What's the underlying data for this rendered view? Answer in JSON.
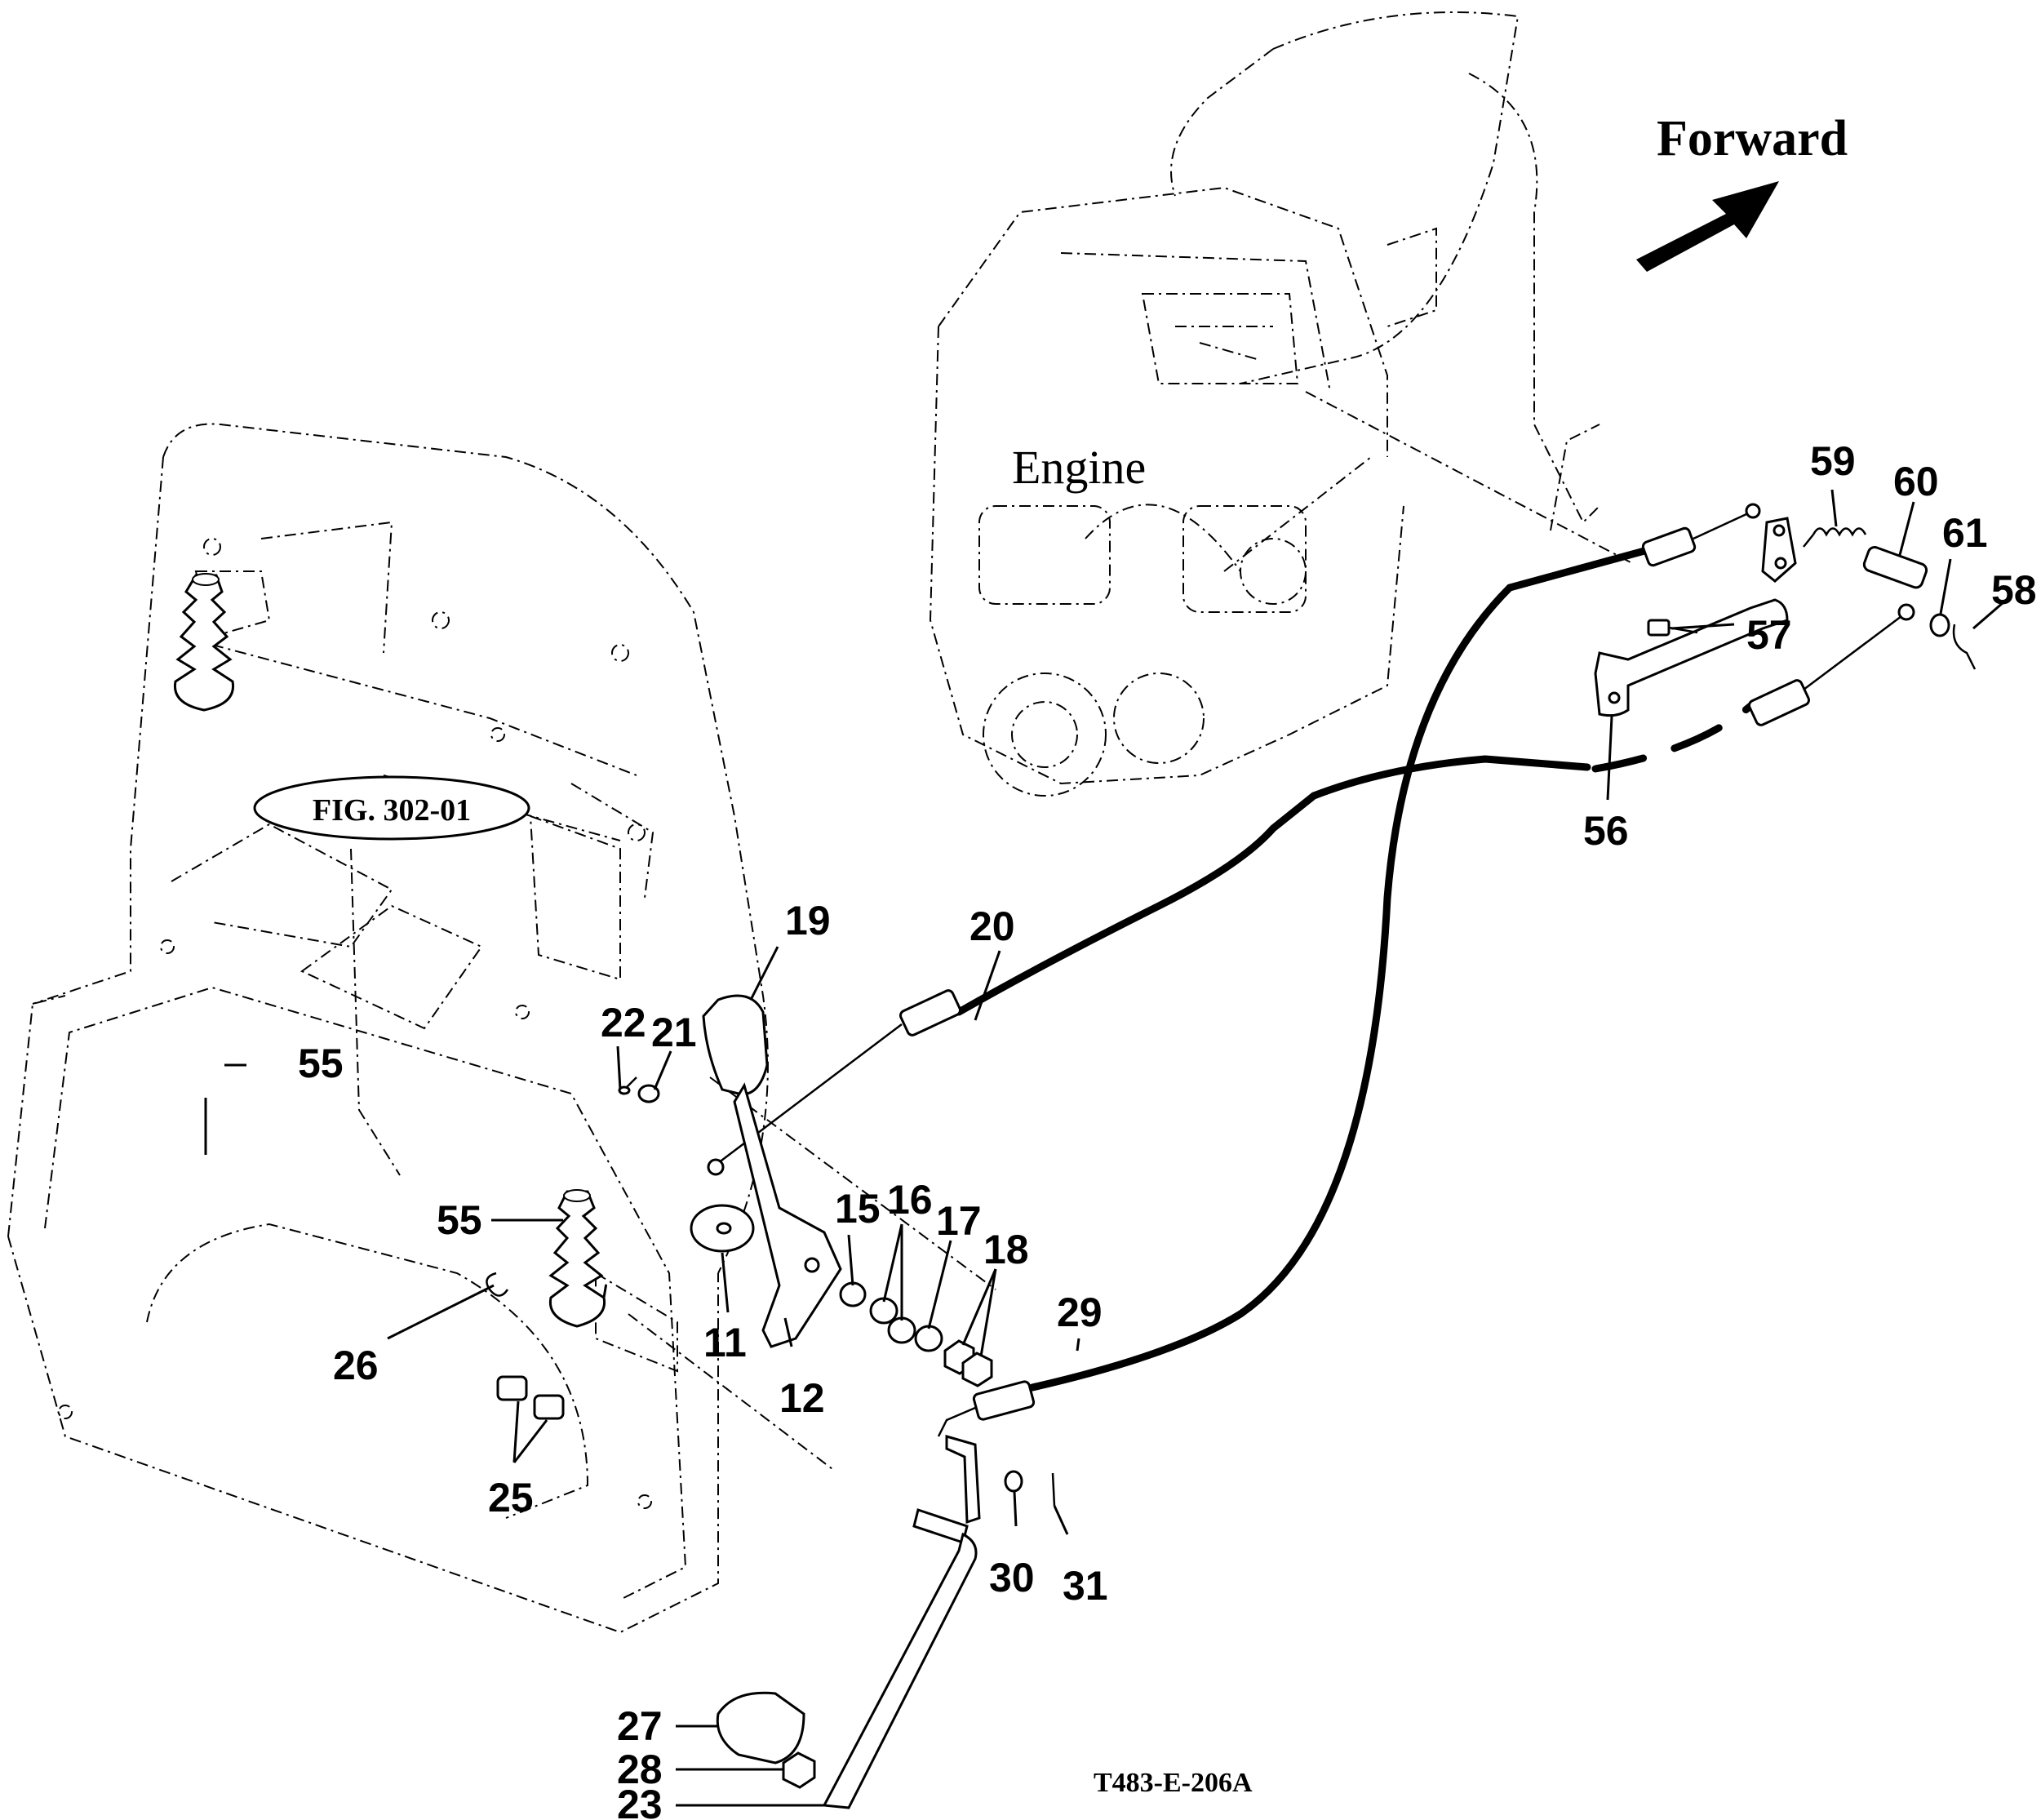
{
  "diagram": {
    "direction_label": "Forward",
    "engine_label": "Engine",
    "figure_reference": "FIG. 302-01",
    "drawing_number": "T483-E-206A"
  },
  "callouts": {
    "c11": "11",
    "c12": "12",
    "c15": "15",
    "c16": "16",
    "c17": "17",
    "c18": "18",
    "c19": "19",
    "c20": "20",
    "c21": "21",
    "c22": "22",
    "c23": "23",
    "c25": "25",
    "c26": "26",
    "c27": "27",
    "c28": "28",
    "c29": "29",
    "c30": "30",
    "c31": "31",
    "c55a": "55",
    "c55b": "55",
    "c56": "56",
    "c57": "57",
    "c58": "58",
    "c59": "59",
    "c60": "60",
    "c61": "61"
  },
  "colors": {
    "ink": "#000000",
    "paper": "#ffffff"
  }
}
